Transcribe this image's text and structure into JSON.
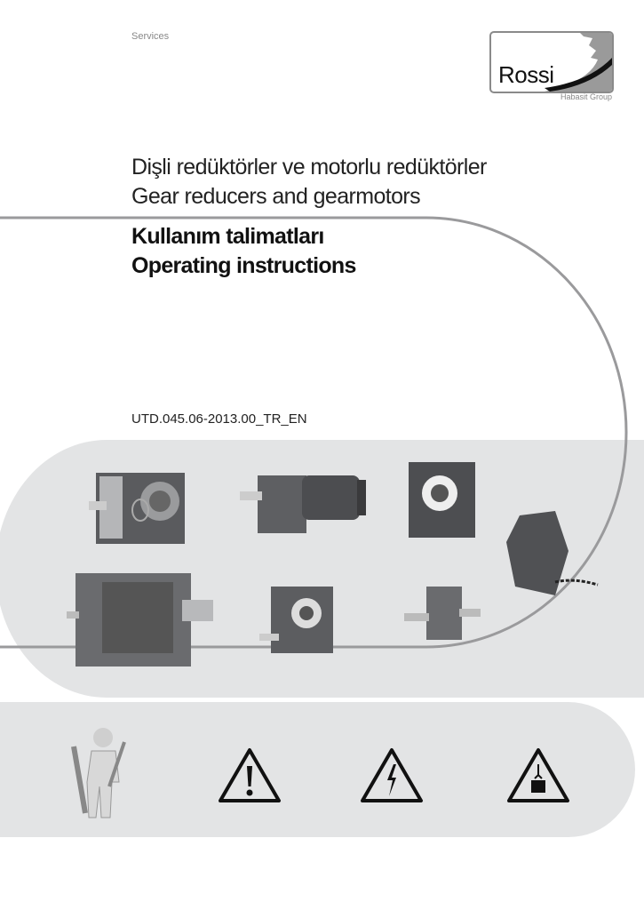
{
  "header": {
    "section": "Services"
  },
  "logo": {
    "name": "Rossi",
    "group": "Habasit Group"
  },
  "title": {
    "line1_tr": "Dişli redüktörler ve motorlu redüktörler",
    "line2_en": "Gear reducers and gearmotors",
    "subtitle_tr": "Kullanım talimatları",
    "subtitle_en": "Operating instructions"
  },
  "document_code": "UTD.045.06-2013.00_TR_EN",
  "icons": [
    "maintenance-figure-icon",
    "general-warning-icon",
    "electrical-hazard-icon",
    "suspended-load-icon"
  ],
  "colors": {
    "band": "#e3e4e5",
    "curve": "#9a9a9c",
    "text": "#222222"
  }
}
